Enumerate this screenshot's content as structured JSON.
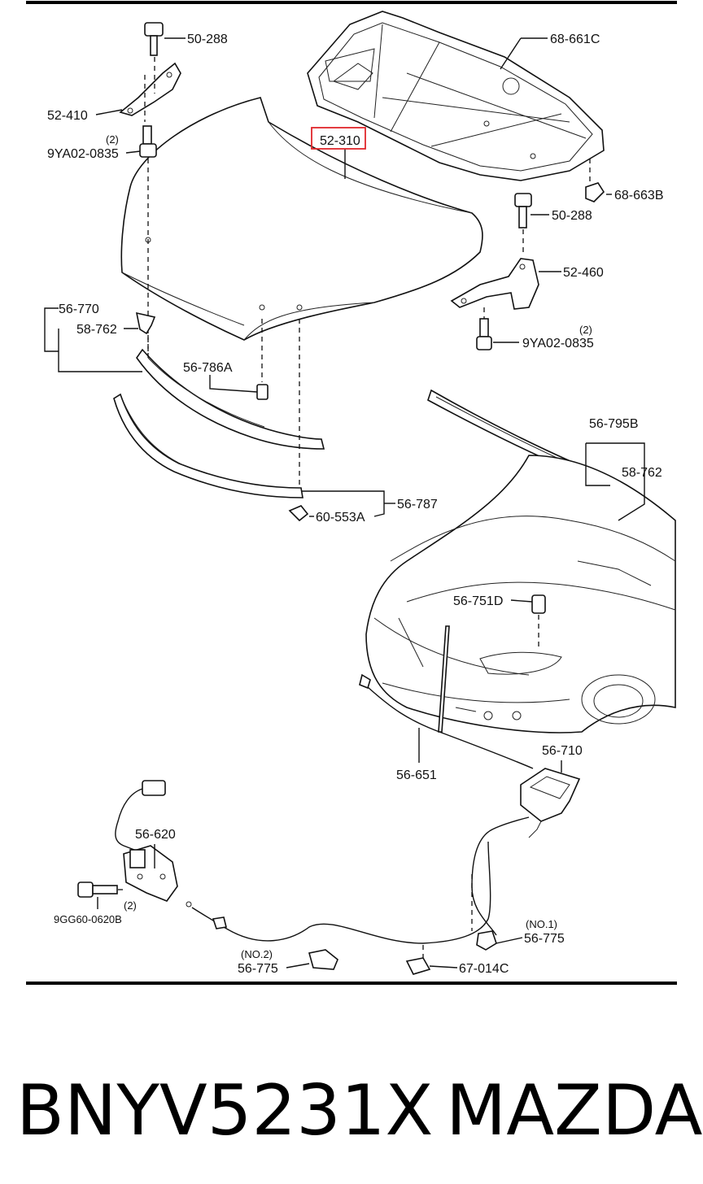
{
  "labels": {
    "p50_288_a": "50-288",
    "p52_410": "52-410",
    "qty_left_bolt": "(2)",
    "p9ya02_0835_a": "9YA02-0835",
    "p68_661c": "68-661C",
    "p52_310": "52-310",
    "p68_663b": "68-663B",
    "p50_288_b": "50-288",
    "p52_460": "52-460",
    "qty_right_bolt": "(2)",
    "p9ya02_0835_b": "9YA02-0835",
    "p56_770": "56-770",
    "p58_762_a": "58-762",
    "p56_786a": "56-786A",
    "p56_795b": "56-795B",
    "p58_762_b": "58-762",
    "p56_787": "56-787",
    "p60_553a": "60-553A",
    "p56_751d": "56-751D",
    "p56_651": "56-651",
    "p56_710": "56-710",
    "p56_620": "56-620",
    "qty_latch_bolt": "(2)",
    "p9gg60_0620b": "9GG60-0620B",
    "no1": "(NO.1)",
    "p56_775_a": "56-775",
    "no2": "(NO.2)",
    "p56_775_b": "56-775",
    "p67_014c": "67-014C"
  },
  "footer": {
    "part_number": "BNYV5231X",
    "brand": "MAZDA"
  },
  "colors": {
    "highlight": "#e0262b",
    "ink": "#111111"
  }
}
